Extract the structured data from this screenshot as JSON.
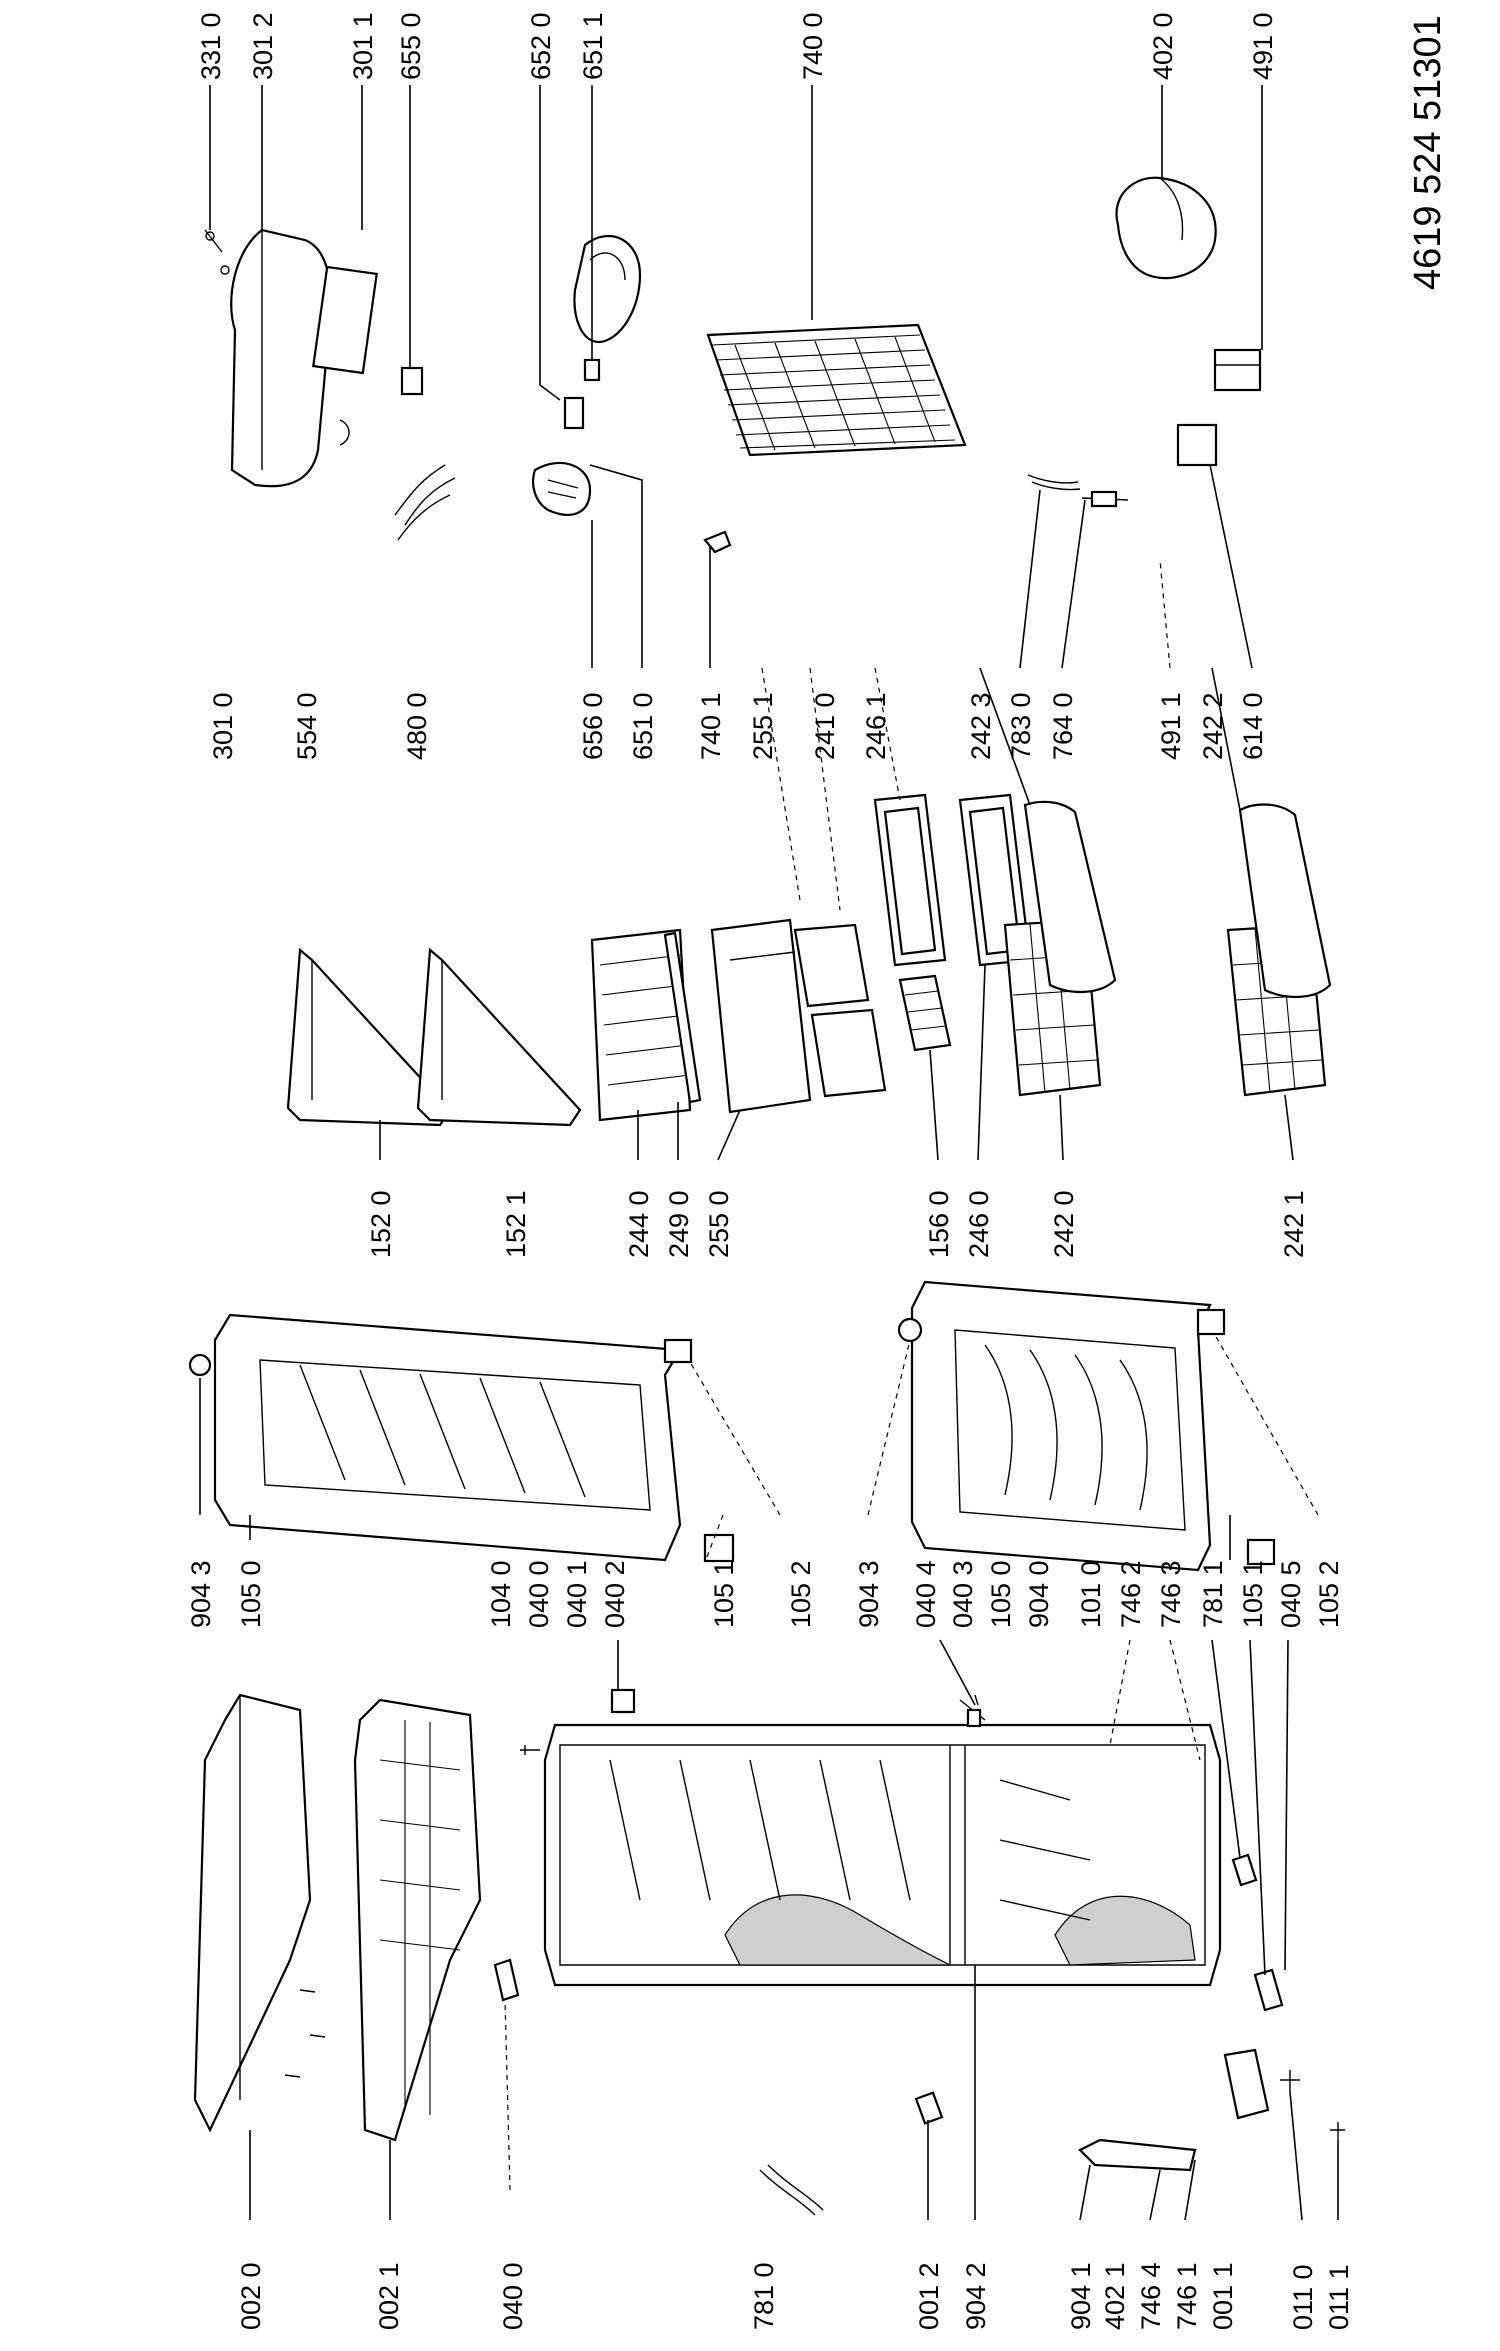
{
  "document_number": "4619 524 51301",
  "callouts": [
    "331 0",
    "301 2",
    "301 1",
    "655 0",
    "652 0",
    "651 1",
    "740 0",
    "402 0",
    "491 0",
    "301 0",
    "554 0",
    "480 0",
    "656 0",
    "651 0",
    "740 1",
    "255 1",
    "241 0",
    "246 1",
    "242 3",
    "783 0",
    "764 0",
    "491 1",
    "242 2",
    "614 0",
    "152 0",
    "152 1",
    "244 0",
    "249 0",
    "255 0",
    "156 0",
    "246 0",
    "242 0",
    "242 1",
    "904 3",
    "105 0",
    "104 0",
    "040 0",
    "040 1",
    "040 2",
    "105 1",
    "105 2",
    "904 3",
    "040 4",
    "040 3",
    "105 0",
    "904 0",
    "101 0",
    "746 2",
    "746 3",
    "781 1",
    "105 1",
    "040 5",
    "105 2",
    "002 0",
    "002 1",
    "040 0",
    "781 0",
    "001 2",
    "904 2",
    "904 1",
    "402 1",
    "746 4",
    "746 1",
    "001 1",
    "011 0",
    "011 1"
  ]
}
